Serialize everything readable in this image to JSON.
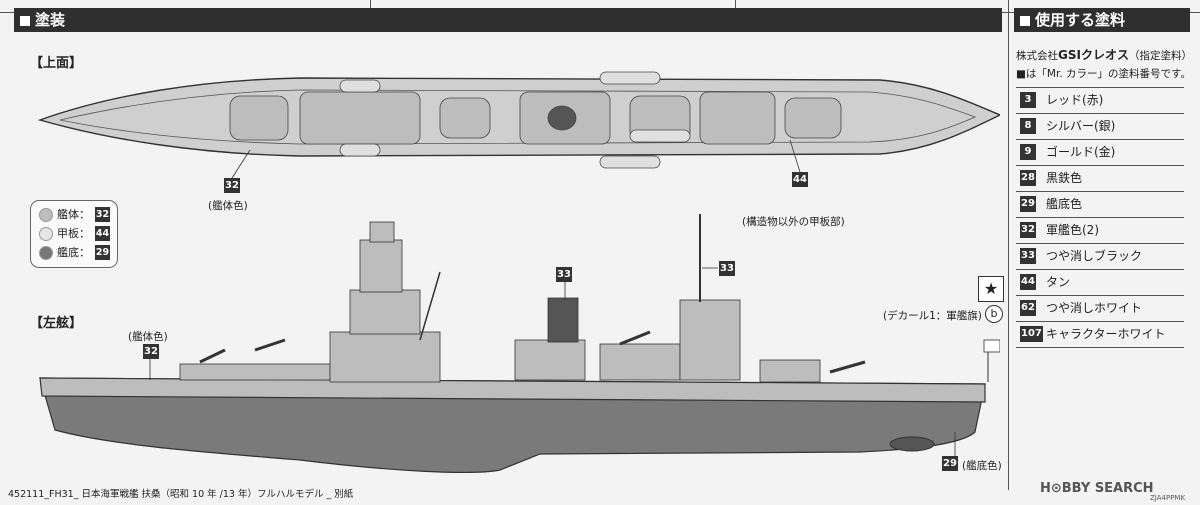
{
  "sections": {
    "painting_header": "塗装",
    "paints_header": "使用する塗料"
  },
  "views": {
    "top_label": "【上面】",
    "side_label": "【左舷】"
  },
  "callouts": {
    "hull_num_top": "32",
    "hull_cap_top": "(艦体色)",
    "deck_num": "44",
    "deck_cap": "(構造物以外の甲板部)",
    "funnel_num": "33",
    "mast_num": "33",
    "hull_num_side": "32",
    "hull_cap_side": "(艦体色)",
    "bottom_num": "29",
    "bottom_cap": "(艦底色)",
    "decal_cap": "(デカール1：軍艦旗)",
    "decal_letter": "b"
  },
  "legend": {
    "items": [
      {
        "label": "艦体：",
        "num": "32",
        "color": "#bdbdbd"
      },
      {
        "label": "甲板：",
        "num": "44",
        "color": "#e6e6e6"
      },
      {
        "label": "艦底：",
        "num": "29",
        "color": "#777777"
      }
    ]
  },
  "paint_panel": {
    "maker_prefix": "株式会社",
    "maker_brand": "GSIクレオス",
    "maker_suffix": "（指定塗料）",
    "note": "■は「Mr. カラー」の塗料番号です。",
    "paints": [
      {
        "num": "3",
        "name": "レッド(赤)"
      },
      {
        "num": "8",
        "name": "シルバー(銀)"
      },
      {
        "num": "9",
        "name": "ゴールド(金)"
      },
      {
        "num": "28",
        "name": "黒鉄色"
      },
      {
        "num": "29",
        "name": "艦底色"
      },
      {
        "num": "32",
        "name": "軍艦色(2)"
      },
      {
        "num": "33",
        "name": "つや消しブラック"
      },
      {
        "num": "44",
        "name": "タン"
      },
      {
        "num": "62",
        "name": "つや消しホワイト"
      },
      {
        "num": "107",
        "name": "キャラクターホワイト"
      }
    ]
  },
  "footer": {
    "text": "452111_FH31_ 日本海軍戦艦 扶桑（昭和 10 年 /13 年）フルハルモデル _ 別紙",
    "watermark": "H⊙BBY SEARCH",
    "code": "ZJA4PPMK"
  }
}
